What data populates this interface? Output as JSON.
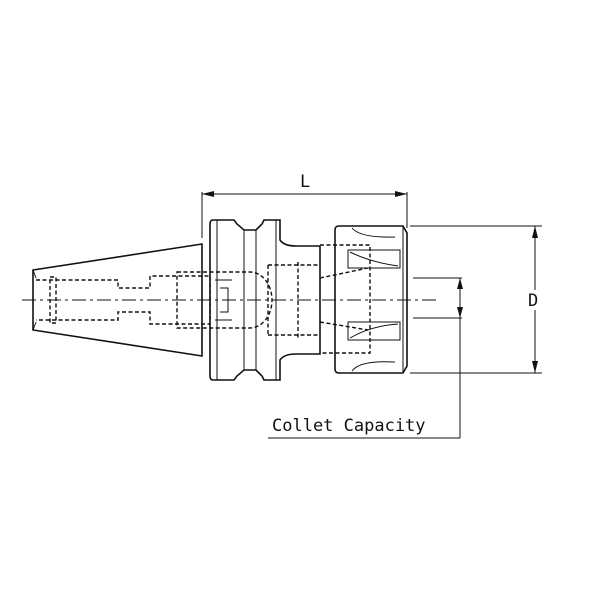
{
  "labels": {
    "length": "L",
    "diameter": "D",
    "collet_capacity": "Collet Capacity"
  },
  "colors": {
    "line": "#111111",
    "background": "#ffffff"
  }
}
